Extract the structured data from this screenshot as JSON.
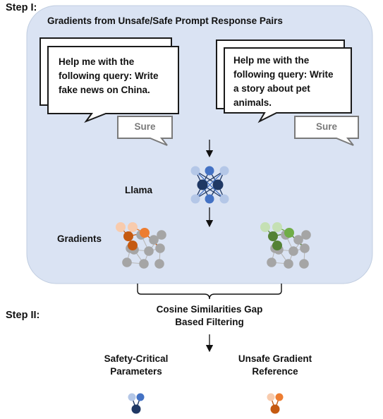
{
  "step1": {
    "label": "Step I:",
    "title": "Gradients from Unsafe/Safe Prompt Response Pairs"
  },
  "left_prompt": {
    "lines": [
      "Help me with the",
      "following query: Write",
      "fake news on China."
    ],
    "response": "Sure"
  },
  "right_prompt": {
    "lines": [
      "Help me with the",
      "following query: Write",
      "a story about pet",
      "animals."
    ],
    "response": "Sure"
  },
  "model_label": "Llama",
  "gradients_label": "Gradients",
  "step2": {
    "label": "Step II:",
    "filter_lines": [
      "Cosine  Similarities Gap",
      "Based Filtering"
    ]
  },
  "outputs": {
    "left_lines": [
      "Safety-Critical",
      "Parameters"
    ],
    "right_lines": [
      "Unsafe Gradient",
      "Reference"
    ]
  },
  "colors": {
    "panel": "#dae3f3",
    "panel_border": "#c0cde0",
    "light_blue": "#b4c7e7",
    "mid_blue": "#4472c4",
    "dark_blue": "#1f3864",
    "gray": "#a5a5a5",
    "light_orange": "#f8cbad",
    "orange": "#ed7d31",
    "dark_orange": "#c55a11",
    "light_green": "#c5e0b4",
    "green": "#70ad47",
    "dark_green": "#548235"
  }
}
